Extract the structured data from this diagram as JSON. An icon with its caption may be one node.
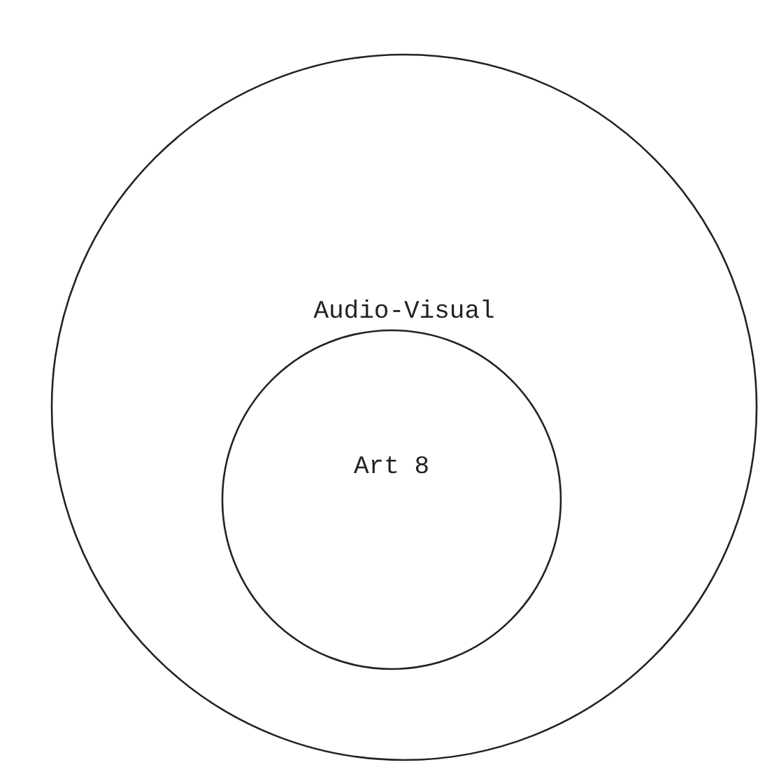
{
  "diagram": {
    "nodes": [
      {
        "text": [
          "Audio-Visual"
        ]
      },
      {
        "text": [
          "Art 8"
        ],
        "in": 0
      }
    ]
  }
}
